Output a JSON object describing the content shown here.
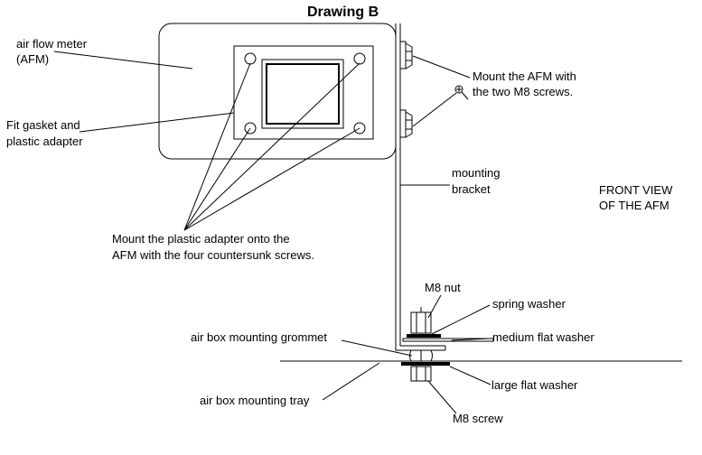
{
  "title": "Drawing B",
  "view_label": [
    "FRONT VIEW",
    "OF THE AFM"
  ],
  "labels": {
    "afm": [
      "air flow meter",
      "(AFM)"
    ],
    "gasket": [
      "Fit gasket and",
      "plastic adapter"
    ],
    "mount_afm": [
      "Mount the AFM with",
      "the two M8 screws."
    ],
    "bracket": [
      "mounting",
      "bracket"
    ],
    "adapter": [
      "Mount the plastic adapter onto the",
      "AFM with the four countersunk screws."
    ],
    "m8_nut": "M8 nut",
    "spring_washer": "spring washer",
    "grommet": "air box mounting grommet",
    "medium_washer": "medium flat washer",
    "large_washer": "large flat washer",
    "tray": "air box mounting tray",
    "m8_screw": "M8 screw"
  }
}
